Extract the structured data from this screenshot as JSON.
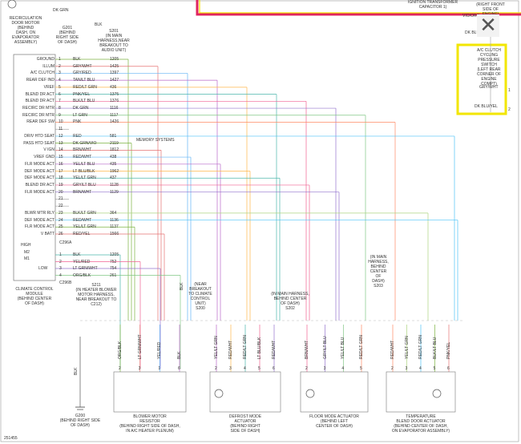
{
  "header": {
    "top_left_wire": "DK GRN",
    "blk_top": "BLK",
    "recirc_motor": "RECIRCULATION\nDOOR MOTOR\n(BEHIND\nDASH, ON\nEVAPORATOR\nASSEMBLY)",
    "g201": "G201\n(BEHIND\nRIGHT SIDE\nOF DASH)",
    "s201": "S201\n(IN MAIN\nHARNESS,NEAR\nBREAKOUT TO\nAUDIO UNIT)",
    "ignition_cap": "IGNITION TRANSFORMER\nCAPACITOR 1)",
    "right_front": "(RIGHT FRONT\nSIDE OF ENGINE)",
    "vio_org": "VIO/ORG",
    "dk_blu_yel": "DK BLU/\nYEL",
    "ac_switch": "A/C CLUTCH\nCYCLING PRESSURE\nSWITCH\n(LEFT REAR\nCORNER OF\nENGINE COMPT)",
    "gry_wht": "GRY/WHT",
    "dk_blu_yel2": "DK BLU/YEL",
    "pin1": "1",
    "pin2": "2"
  },
  "module": {
    "name": "CLIMATE CONTROL\nMODULE\n(BEHIND CENTER\nOF DASH)",
    "connector_a": "C296A",
    "connector_b": "C296B",
    "pins_a": [
      {
        "label": "GROUND",
        "num": "1",
        "color": "BLK",
        "circuit": "1205"
      },
      {
        "label": "ILLUM",
        "num": "2",
        "color": "GRY/WHT",
        "circuit": "1425"
      },
      {
        "label": "A/C CLUTCH",
        "num": "3",
        "color": "GRY/RED",
        "circuit": "1397"
      },
      {
        "label": "REAR DEF IND",
        "num": "4",
        "color": "TAN/LT BLU",
        "circuit": "1427"
      },
      {
        "label": "VREF",
        "num": "5",
        "color": "RED/LT GRN",
        "circuit": "436"
      },
      {
        "label": "BLEND DR ACT",
        "num": "6",
        "color": "PNK/YEL",
        "circuit": "1375"
      },
      {
        "label": "BLEND DR ACT",
        "num": "7",
        "color": "BLK/LT BLU",
        "circuit": "1376"
      },
      {
        "label": "RECIRC DR MTR",
        "num": "8",
        "color": "DK GRN",
        "circuit": "1116"
      },
      {
        "label": "RECIRC DR MTR",
        "num": "9",
        "color": "LT GRN",
        "circuit": "1117"
      },
      {
        "label": "REAR DEF SW",
        "num": "10",
        "color": "PNK",
        "circuit": "1426"
      },
      {
        "label": "",
        "num": "11",
        "color": "",
        "circuit": ""
      },
      {
        "label": "DRIV HTD SEAT",
        "num": "12",
        "color": "RED",
        "circuit": "581"
      },
      {
        "label": "PASS HTD SEAT",
        "num": "13",
        "color": "DK GRN/VIO",
        "circuit": "2119"
      },
      {
        "label": "V IGN",
        "num": "14",
        "color": "BRN/WHT",
        "circuit": "1812"
      },
      {
        "label": "VREF GND",
        "num": "15",
        "color": "RED/WHT",
        "circuit": "438"
      },
      {
        "label": "FLR MODE ACT",
        "num": "16",
        "color": "YEL/LT BLU",
        "circuit": "435"
      },
      {
        "label": "DEF MODE ACT",
        "num": "17",
        "color": "LT BLU/BLK",
        "circuit": "1962"
      },
      {
        "label": "DEF MODE ACT",
        "num": "18",
        "color": "YEL/LT GRN",
        "circuit": "437"
      },
      {
        "label": "BLEND DR ACT",
        "num": "19",
        "color": "GRY/LT BLU",
        "circuit": "1128"
      },
      {
        "label": "FLR MODE ACT",
        "num": "20",
        "color": "BRN/WHT",
        "circuit": "1129"
      },
      {
        "label": "",
        "num": "21",
        "color": "",
        "circuit": ""
      },
      {
        "label": "",
        "num": "22",
        "color": "",
        "circuit": ""
      },
      {
        "label": "BLWR MTR RLY",
        "num": "23",
        "color": "BLK/LT GRN",
        "circuit": "364"
      },
      {
        "label": "DEF MODE ACT",
        "num": "24",
        "color": "RED/WHT",
        "circuit": "1136"
      },
      {
        "label": "FLR MODE ACT",
        "num": "25",
        "color": "YEL/LT GRN",
        "circuit": "1137"
      },
      {
        "label": "V BATT",
        "num": "26",
        "color": "RED/YEL",
        "circuit": "1566"
      }
    ],
    "pins_b": [
      {
        "num": "1",
        "color": "BLK",
        "circuit": "1205"
      },
      {
        "num": "2",
        "color": "YEL/RED",
        "circuit": "752"
      },
      {
        "num": "3",
        "color": "LT GRN/WHT",
        "circuit": "754"
      },
      {
        "num": "4",
        "color": "ORG/BLK",
        "circuit": "261"
      }
    ],
    "memory": "MEMORY\nSYSTEMS",
    "high": "HIGH",
    "m2": "M2",
    "m1": "M1",
    "low": "LOW"
  },
  "splices": {
    "s211": "S211\n(IN HEATER BLOWER\nMOTOR HARNESS,\nNEAR BREAKOUT TO\nC212)",
    "s200": "(NEAR\nBREAKOUT\nTO CLIMATE\nCONTROL\nUNIT)\nS200",
    "s202": "(IN MAIN HARNESS,\nBEHIND CENTER\nOF DASH)\nS202",
    "s203": "(IN MAIN\nHARNESS,\nBEHIND\nCENTER\nOF\nDASH)\nS203",
    "g200": "G200\n(BEHIND RIGHT SIDE\nOF DASH)",
    "blk_mid": "BLK",
    "blk_low": "BLK"
  },
  "components": [
    {
      "name": "BLOWER MOTOR\nRESISTOR\n(BEHIND RIGHT SIDE OF DASH,\nIN A/C HEATER PLENUM)",
      "wires": [
        "ORG/BLK",
        "LT GRN/WHT",
        "YEL/RED",
        "BLK"
      ],
      "pins": [
        "2",
        "3",
        "1",
        "6"
      ]
    },
    {
      "name": "DEFROST MODE\nACTUATOR\n(BEHIND RIGHT\nSIDE OF DASH)",
      "wires": [
        "YEL/LT GRN",
        "RED/WHT",
        "RED/LT GRN",
        "LT BLU/BLK",
        "RED/WHT"
      ],
      "pins": [
        "2",
        "3",
        "4",
        "5",
        "6"
      ]
    },
    {
      "name": "FLOOR MODE ACTUATOR\n(BEHIND LEFT\nCENTER OF DASH)",
      "wires": [
        "BRN/WHT",
        "GRY/LT BLU",
        "YEL/LT BLU",
        "RED/LT GRN"
      ],
      "pins": [
        "2",
        "3",
        "4",
        "5"
      ]
    },
    {
      "name": "TEMPERATURE\nBLEND DOOR ACTUATOR\n(BEHIND CENTER OF DASH,\nON EVAPORATOR ASSEMBLY)",
      "wires": [
        "RED/WHT",
        "YEL/LT GRN",
        "RED/LT GRN",
        "BLK/LT BLU",
        "PNK/YEL"
      ],
      "pins": [
        "2",
        "3",
        "4",
        "5",
        "6"
      ]
    }
  ],
  "footer": {
    "id": "251455"
  },
  "colors": {
    "highlight_yellow": "#f2e600",
    "red_box": "#e0245e"
  },
  "ui": {
    "close_icon": "✕"
  }
}
